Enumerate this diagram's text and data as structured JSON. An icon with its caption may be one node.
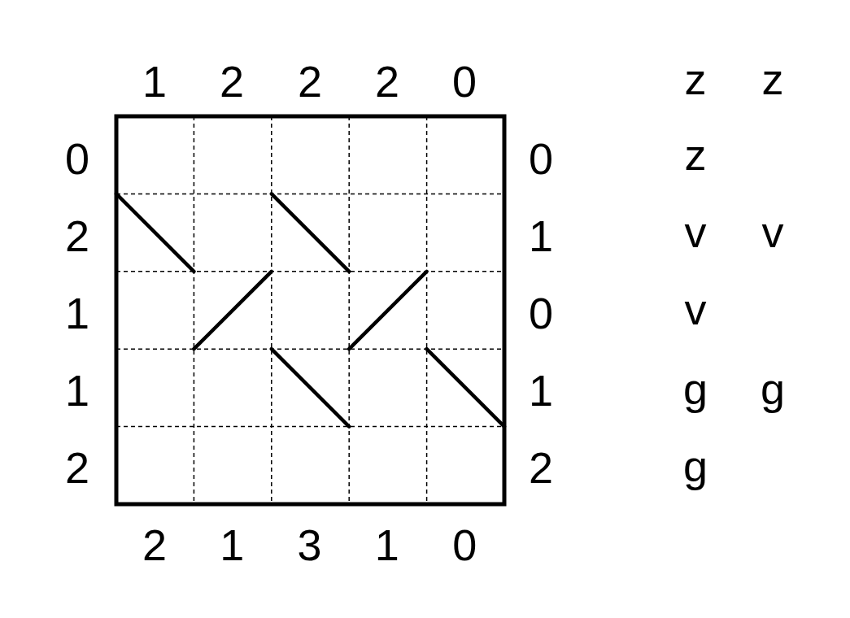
{
  "diagram": {
    "labels": [
      "1",
      "2",
      "2",
      "2",
      "0",
      "0",
      "2",
      "1",
      "1",
      "2",
      "0",
      "1",
      "0",
      "1",
      "2",
      "2",
      "1",
      "3",
      "1",
      "0",
      "z",
      "z",
      "z",
      "v",
      "v",
      "v",
      "g",
      "g",
      "g"
    ]
  }
}
